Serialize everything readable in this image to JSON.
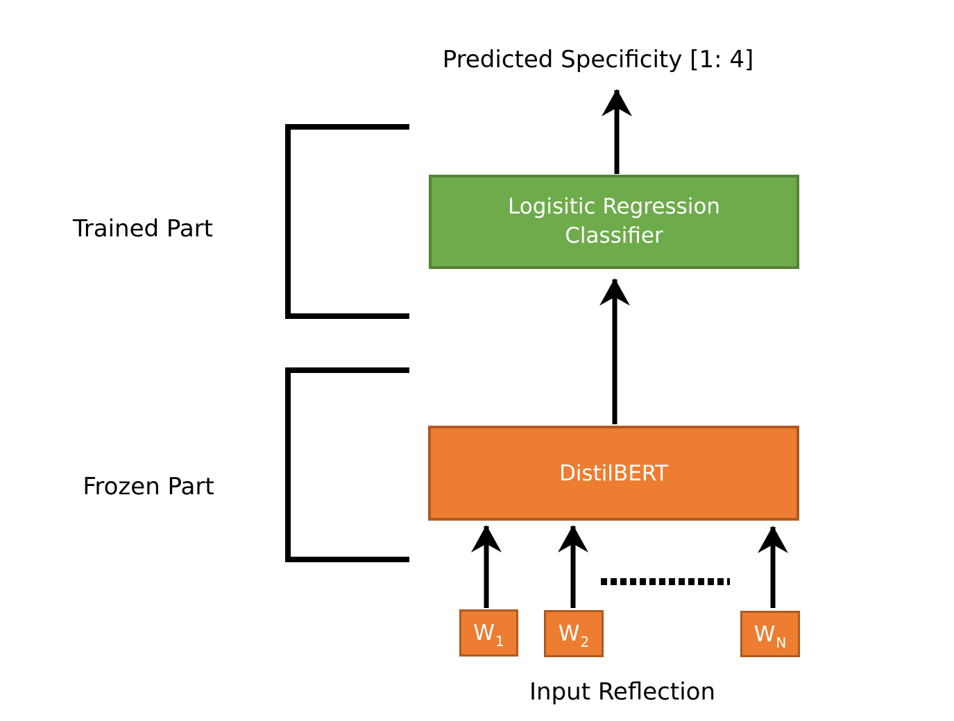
{
  "title": "Predicted Specificity [1: 4]",
  "sections": {
    "trained": {
      "label": "Trained Part"
    },
    "frozen": {
      "label": "Frozen Part"
    }
  },
  "nodes": {
    "classifier": {
      "label": "Logisitic Regression Classifier"
    },
    "encoder": {
      "label": "DistilBERT"
    }
  },
  "inputs": {
    "tokens": [
      {
        "base": "W",
        "sub": "1"
      },
      {
        "base": "W",
        "sub": "2"
      },
      {
        "base": "W",
        "sub": "N"
      }
    ],
    "caption": "Input Reflection"
  },
  "icons": {
    "arrow": "arrow-up-icon",
    "bracket": "square-bracket",
    "ellipsis": "dotted-ellipsis"
  },
  "colors": {
    "green_fill": "#6EAB4B",
    "green_border": "#548235",
    "orange_fill": "#ED7D31",
    "orange_border": "#AE5A21",
    "line_black": "#000000"
  }
}
